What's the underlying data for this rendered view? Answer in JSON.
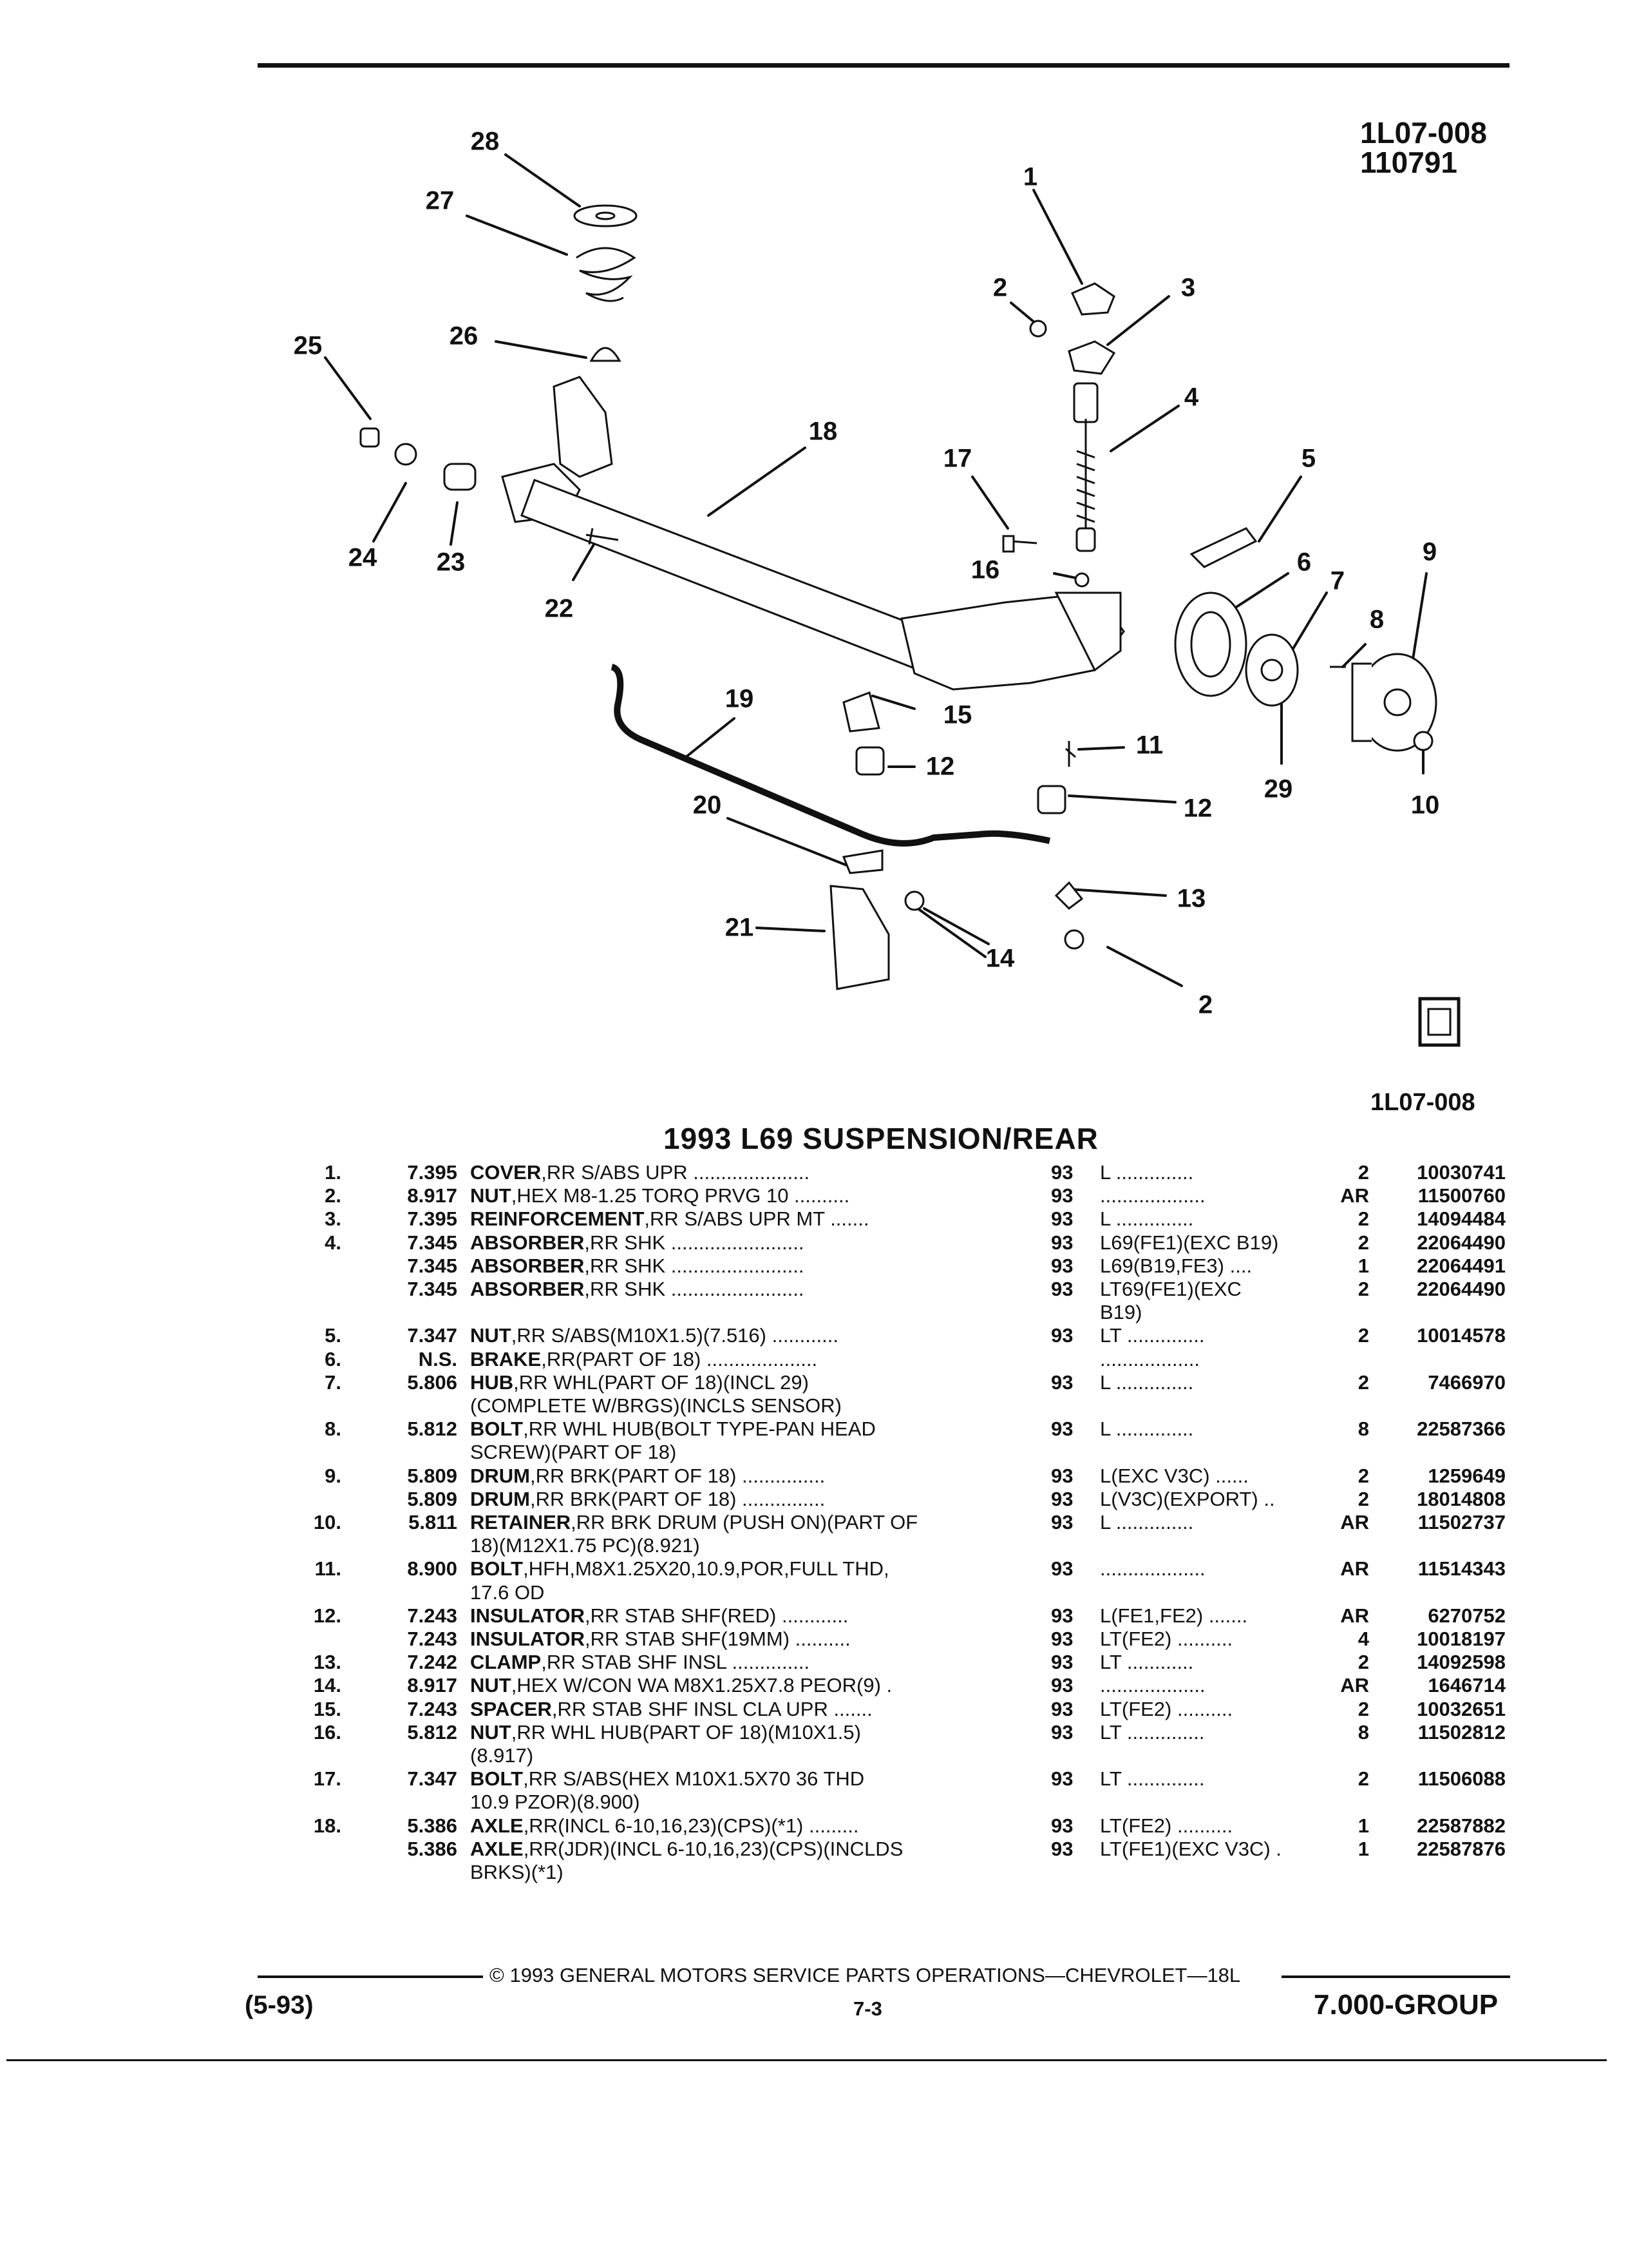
{
  "header": {
    "illustration_code": "1L07-008",
    "illustration_date": "110791",
    "illustration_code_bottom": "1L07-008",
    "icon": "gm-spo-logo-icon"
  },
  "callouts": [
    "1",
    "2",
    "3",
    "4",
    "5",
    "6",
    "7",
    "8",
    "9",
    "10",
    "11",
    "12",
    "13",
    "14",
    "15",
    "16",
    "17",
    "18",
    "19",
    "20",
    "21",
    "22",
    "23",
    "24",
    "25",
    "26",
    "27",
    "28",
    "29",
    "12",
    "2"
  ],
  "title": "1993 L69 SUSPENSION/REAR",
  "rows": [
    {
      "item": "1.",
      "group": "7.395",
      "name": "COVER",
      "desc": ",RR S/ABS UPR  .....................",
      "year": "93",
      "model": "L  ..............",
      "qty": "2",
      "part": "10030741"
    },
    {
      "item": "2.",
      "group": "8.917",
      "name": "NUT",
      "desc": ",HEX M8-1.25 TORQ PRVG 10  ..........",
      "year": "93",
      "model": "  ...................",
      "qty": "AR",
      "part": "11500760"
    },
    {
      "item": "3.",
      "group": "7.395",
      "name": "REINFORCEMENT",
      "desc": ",RR S/ABS UPR MT  .......",
      "year": "93",
      "model": "L  ..............",
      "qty": "2",
      "part": "14094484"
    },
    {
      "item": "4.",
      "group": "7.345",
      "name": "ABSORBER",
      "desc": ",RR SHK  ........................",
      "year": "93",
      "model": "L69(FE1)(EXC B19)",
      "qty": "2",
      "part": "22064490"
    },
    {
      "item": "",
      "group": "7.345",
      "name": "ABSORBER",
      "desc": ",RR SHK  ........................",
      "year": "93",
      "model": "L69(B19,FE3)  ....",
      "qty": "1",
      "part": "22064491"
    },
    {
      "item": "",
      "group": "7.345",
      "name": "ABSORBER",
      "desc": ",RR SHK  ........................",
      "year": "93",
      "model": "LT69(FE1)(EXC",
      "qty": "2",
      "part": "22064490"
    },
    {
      "item": "",
      "group": "",
      "name": "",
      "desc": "",
      "year": "",
      "model": "B19)",
      "qty": "",
      "part": ""
    },
    {
      "item": "5.",
      "group": "7.347",
      "name": "NUT",
      "desc": ",RR S/ABS(M10X1.5)(7.516)  ............",
      "year": "93",
      "model": "LT  ..............",
      "qty": "2",
      "part": "10014578"
    },
    {
      "item": "6.",
      "group": "N.S.",
      "name": "BRAKE",
      "desc": ",RR(PART OF 18)  ....................",
      "year": "",
      "model": "..................",
      "qty": "",
      "part": ""
    },
    {
      "item": "7.",
      "group": "5.806",
      "name": "HUB",
      "desc": ",RR WHL(PART OF 18)(INCL 29)",
      "year": "93",
      "model": "L  ..............",
      "qty": "2",
      "part": "7466970"
    },
    {
      "item": "",
      "group": "",
      "name": "",
      "desc": "(COMPLETE W/BRGS)(INCLS SENSOR)",
      "year": "",
      "model": "",
      "qty": "",
      "part": ""
    },
    {
      "item": "8.",
      "group": "5.812",
      "name": "BOLT",
      "desc": ",RR WHL HUB(BOLT TYPE-PAN HEAD",
      "year": "93",
      "model": "L  ..............",
      "qty": "8",
      "part": "22587366"
    },
    {
      "item": "",
      "group": "",
      "name": "",
      "desc": "SCREW)(PART OF 18)",
      "year": "",
      "model": "",
      "qty": "",
      "part": ""
    },
    {
      "item": "9.",
      "group": "5.809",
      "name": "DRUM",
      "desc": ",RR BRK(PART OF 18)  ...............",
      "year": "93",
      "model": "L(EXC V3C)  ......",
      "qty": "2",
      "part": "1259649"
    },
    {
      "item": "",
      "group": "5.809",
      "name": "DRUM",
      "desc": ",RR BRK(PART OF 18)  ...............",
      "year": "93",
      "model": "L(V3C)(EXPORT)  ..",
      "qty": "2",
      "part": "18014808"
    },
    {
      "item": "10.",
      "group": "5.811",
      "name": "RETAINER",
      "desc": ",RR BRK DRUM (PUSH ON)(PART OF",
      "year": "93",
      "model": "L  ..............",
      "qty": "AR",
      "part": "11502737"
    },
    {
      "item": "",
      "group": "",
      "name": "",
      "desc": "18)(M12X1.75 PC)(8.921)",
      "year": "",
      "model": "",
      "qty": "",
      "part": ""
    },
    {
      "item": "11.",
      "group": "8.900",
      "name": "BOLT",
      "desc": ",HFH,M8X1.25X20,10.9,POR,FULL THD,",
      "year": "93",
      "model": "  ...................",
      "qty": "AR",
      "part": "11514343"
    },
    {
      "item": "",
      "group": "",
      "name": "",
      "desc": "17.6 OD",
      "year": "",
      "model": "",
      "qty": "",
      "part": ""
    },
    {
      "item": "12.",
      "group": "7.243",
      "name": "INSULATOR",
      "desc": ",RR STAB SHF(RED)  ............",
      "year": "93",
      "model": "L(FE1,FE2)  .......",
      "qty": "AR",
      "part": "6270752"
    },
    {
      "item": "",
      "group": "7.243",
      "name": "INSULATOR",
      "desc": ",RR STAB SHF(19MM)  ..........",
      "year": "93",
      "model": "LT(FE2)  ..........",
      "qty": "4",
      "part": "10018197"
    },
    {
      "item": "13.",
      "group": "7.242",
      "name": "CLAMP",
      "desc": ",RR STAB SHF INSL  ..............",
      "year": "93",
      "model": "LT  ............",
      "qty": "2",
      "part": "14092598"
    },
    {
      "item": "14.",
      "group": "8.917",
      "name": "NUT",
      "desc": ",HEX W/CON WA M8X1.25X7.8 PEOR(9)  .",
      "year": "93",
      "model": "  ...................",
      "qty": "AR",
      "part": "1646714"
    },
    {
      "item": "15.",
      "group": "7.243",
      "name": "SPACER",
      "desc": ",RR STAB SHF INSL CLA UPR  .......",
      "year": "93",
      "model": "LT(FE2)  ..........",
      "qty": "2",
      "part": "10032651"
    },
    {
      "item": "16.",
      "group": "5.812",
      "name": "NUT",
      "desc": ",RR WHL HUB(PART OF 18)(M10X1.5)",
      "year": "93",
      "model": "LT  ..............",
      "qty": "8",
      "part": "11502812"
    },
    {
      "item": "",
      "group": "",
      "name": "",
      "desc": "(8.917)",
      "year": "",
      "model": "",
      "qty": "",
      "part": ""
    },
    {
      "item": "17.",
      "group": "7.347",
      "name": "BOLT",
      "desc": ",RR S/ABS(HEX M10X1.5X70 36 THD",
      "year": "93",
      "model": "LT  ..............",
      "qty": "2",
      "part": "11506088"
    },
    {
      "item": "",
      "group": "",
      "name": "",
      "desc": "10.9 PZOR)(8.900)",
      "year": "",
      "model": "",
      "qty": "",
      "part": ""
    },
    {
      "item": "18.",
      "group": "5.386",
      "name": "AXLE",
      "desc": ",RR(INCL 6-10,16,23)(CPS)(*1)  .........",
      "year": "93",
      "model": "LT(FE2)  ..........",
      "qty": "1",
      "part": "22587882"
    },
    {
      "item": "",
      "group": "5.386",
      "name": "AXLE",
      "desc": ",RR(JDR)(INCL 6-10,16,23)(CPS)(INCLDS",
      "year": "93",
      "model": "LT(FE1)(EXC V3C)  .",
      "qty": "1",
      "part": "22587876"
    },
    {
      "item": "",
      "group": "",
      "name": "",
      "desc": "BRKS)(*1)",
      "year": "",
      "model": "",
      "qty": "",
      "part": ""
    }
  ],
  "footer": {
    "copyright": "© 1993 GENERAL MOTORS SERVICE PARTS OPERATIONS—CHEVROLET—18L",
    "date_code": "(5-93)",
    "page": "7-3",
    "group": "7.000-GROUP"
  }
}
